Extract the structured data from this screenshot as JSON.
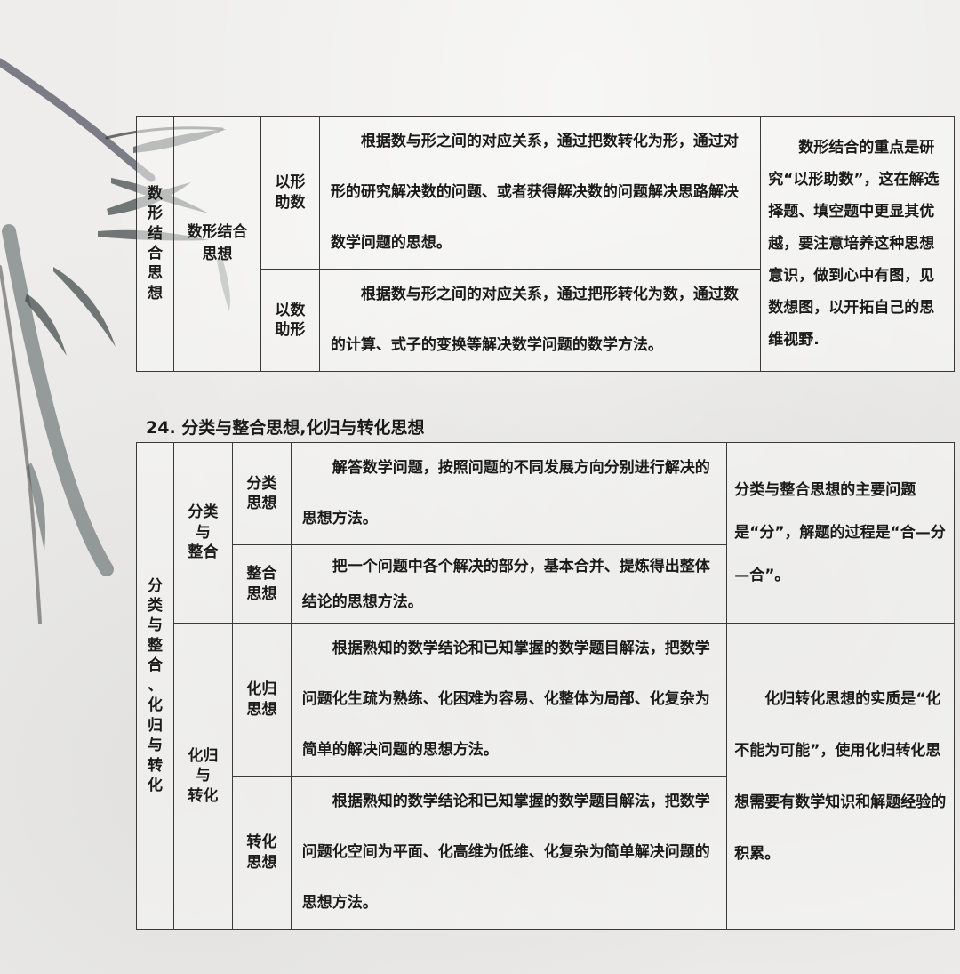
{
  "table1": {
    "category_chars": [
      "数",
      "形",
      "结",
      "合",
      "思",
      "想"
    ],
    "subcategory": "数形结合思想",
    "rows": [
      {
        "label_lines": [
          "以形",
          "助数"
        ],
        "description": "根据数与形之间的对应关系，通过把数转化为形，通过对形的研究解决数的问题、或者获得解决数的问题解决思路解决数学问题的思想。"
      },
      {
        "label_lines": [
          "以数",
          "助形"
        ],
        "description": "根据数与形之间的对应关系，通过把形转化为数，通过数的计算、式子的变换等解决数学问题的数学方法。"
      }
    ],
    "note": "数形结合的重点是研究“以形助数”，这在解选择题、填空题中更显其优越，要注意培养这种思想意识，做到心中有图，见数想图，以开拓自己的思维视野."
  },
  "section_title": "24. 分类与整合思想,化归与转化思想",
  "table2": {
    "category_chars": [
      "分",
      "类",
      "与",
      "整",
      "合",
      "、",
      "化",
      "归",
      "与",
      "转",
      "化"
    ],
    "group1": {
      "label_lines": [
        "分类",
        "与",
        "整合"
      ],
      "rows": [
        {
          "label_lines": [
            "分类",
            "思想"
          ],
          "description": "解答数学问题，按照问题的不同发展方向分别进行解决的思想方法。"
        },
        {
          "label_lines": [
            "整合",
            "思想"
          ],
          "description": "把一个问题中各个解决的部分，基本合并、提炼得出整体结论的思想方法。"
        }
      ],
      "note": "分类与整合思想的主要问题是“分”，解题的过程是“合—分—合”。"
    },
    "group2": {
      "label_lines": [
        "化归",
        "与",
        "转化"
      ],
      "rows": [
        {
          "label_lines": [
            "化归",
            "思想"
          ],
          "description": "根据熟知的数学结论和已知掌握的数学题目解法，把数学问题化生疏为熟练、化困难为容易、化整体为局部、化复杂为简单的解决问题的思想方法。"
        },
        {
          "label_lines": [
            "转化",
            "思想"
          ],
          "description": "根据熟知的数学结论和已知掌握的数学题目解法，把数学问题化空间为平面、化高维为低维、化复杂为简单解决问题的思想方法。"
        }
      ],
      "note": "化归转化思想的实质是“化不能为可能”，使用化归转化思想需要有数学知识和解题经验的积累。"
    }
  }
}
